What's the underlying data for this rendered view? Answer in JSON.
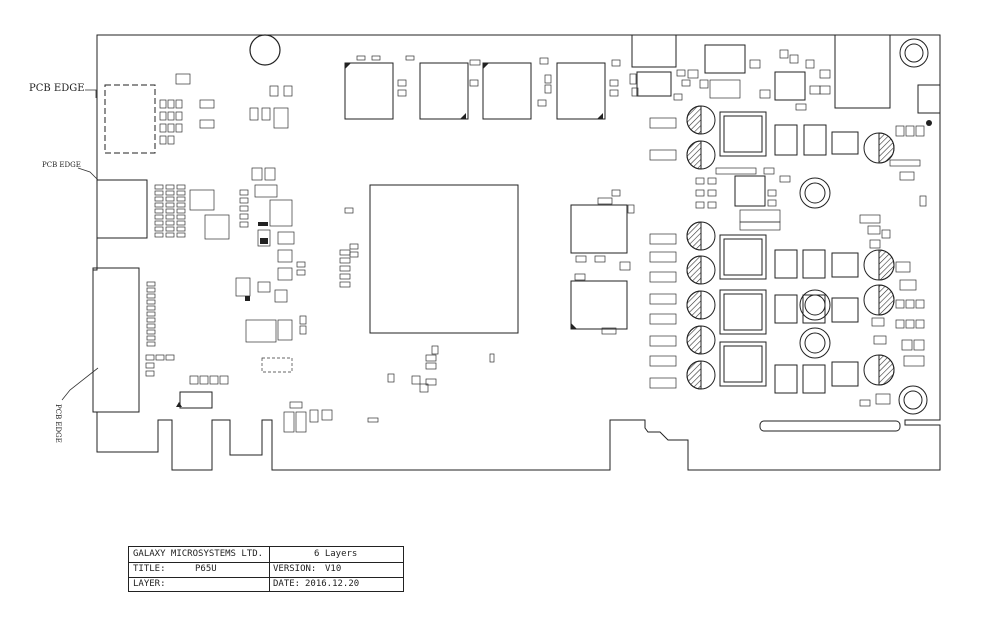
{
  "edge_labels": [
    "PCB EDGE",
    "PCB EDGE",
    "PCB EDGE"
  ],
  "title_block": {
    "company": "GALAXY MICROSYSTEMS LTD.",
    "layers": "6 Layers",
    "title_label": "TITLE:",
    "title_value": "P65U",
    "version_label": "VERSION:",
    "version_value": "V10",
    "layer_label": "LAYER:",
    "layer_value": "",
    "date_label": "DATE:",
    "date_value": "2016.12.20"
  }
}
